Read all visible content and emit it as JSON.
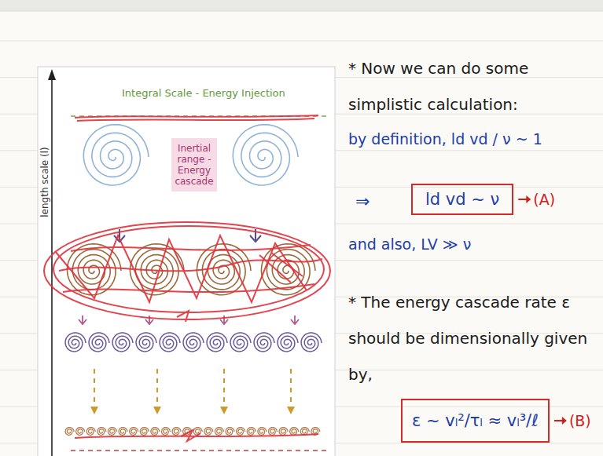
{
  "diagram": {
    "nodes": [
      {
        "text": [
          "Inertial range - Energy cascade"
        ]
      },
      {
        "text": [
          "ld vd ~ ν"
        ]
      },
      {
        "text": [
          "ε ~ vₗ²/τₗ ≈ vₗ³/ℓ"
        ]
      }
    ],
    "labels": [
      "Integral Scale - Energy Injection",
      "length scale (l)",
      "* Now we can do some simplistic calculation:",
      "by definition, ld vd / ν ~ 1",
      "⇒",
      "(A)",
      "and also, LV ≫ ν",
      "* The energy cascade rate ε should be dimensionally given by,",
      "(B)"
    ]
  }
}
